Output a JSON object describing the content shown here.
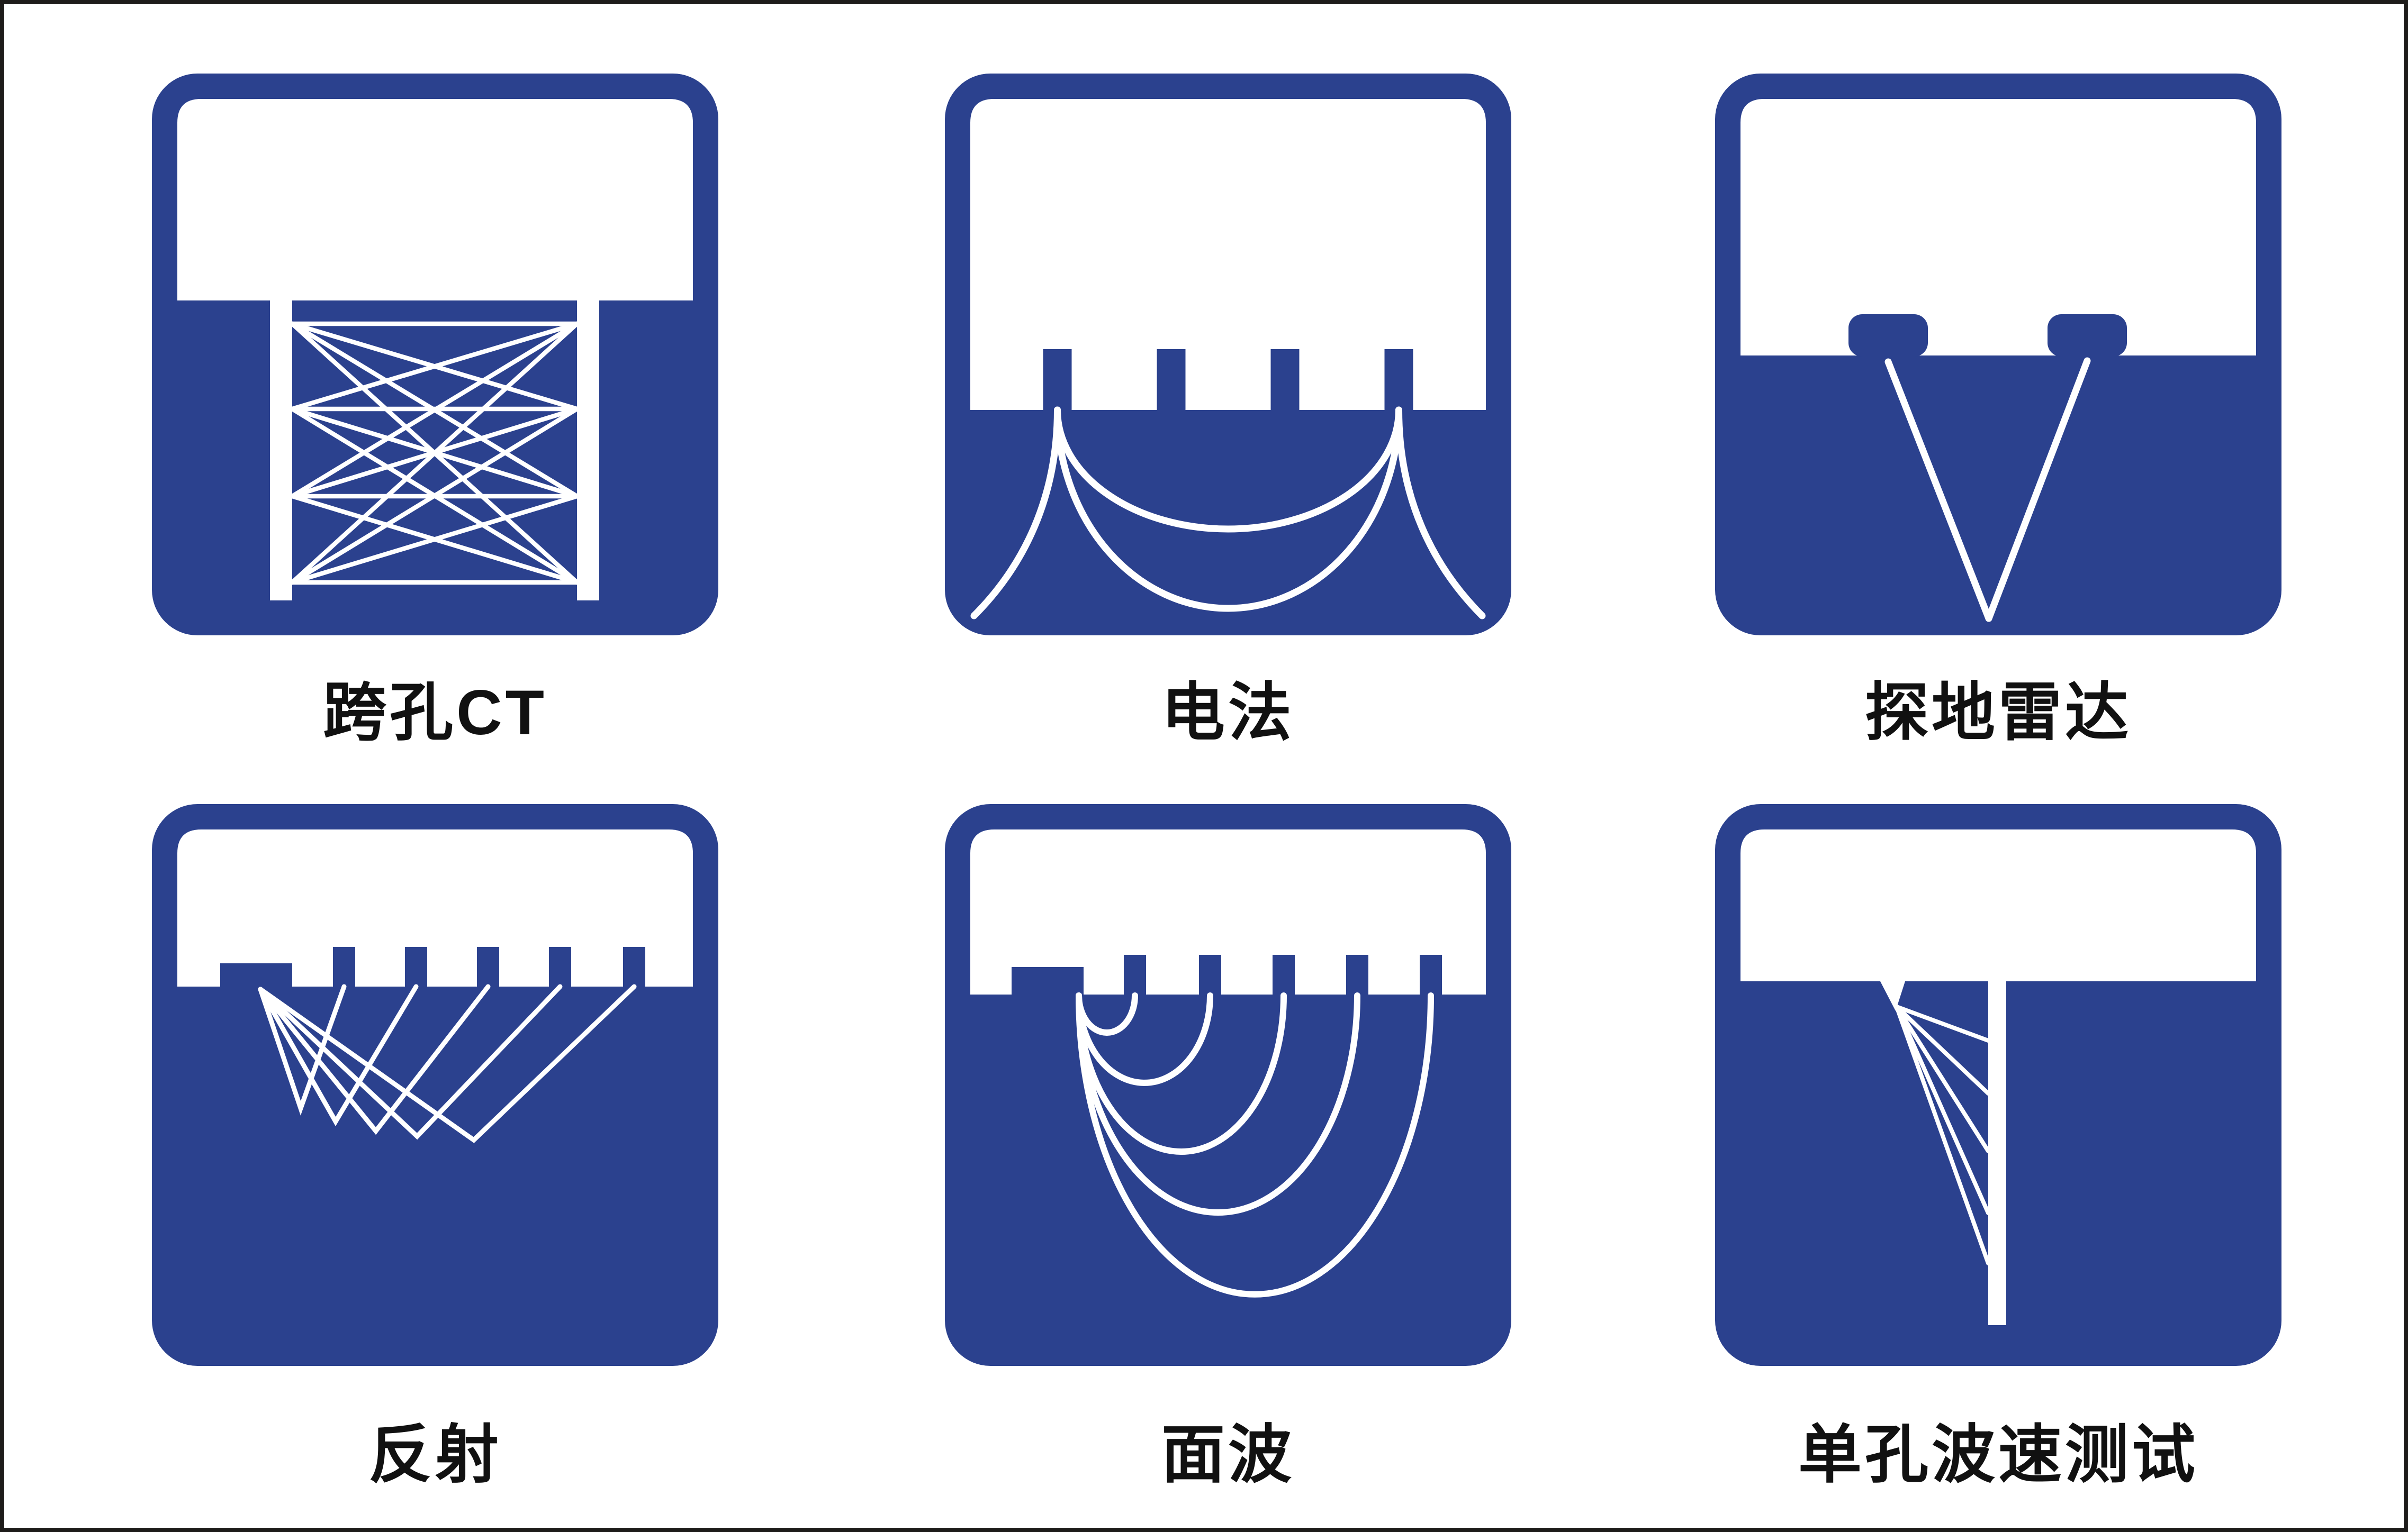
{
  "page": {
    "background": "#ffffff",
    "frame_color": "#1e1c1a"
  },
  "palette": {
    "primary_blue": "#2B418E",
    "line_white": "#ffffff",
    "label_color": "#111111"
  },
  "grid": {
    "rows": 2,
    "cols": 3
  },
  "icons": [
    {
      "id": "crosshole-ct",
      "type": "crosshole_ct",
      "label": "跨孔CT",
      "icon_name": "crosshole-ct-icon",
      "description": "two boreholes with criss-cross ray mesh"
    },
    {
      "id": "electrical",
      "type": "electrical",
      "label": "电法",
      "icon_name": "electrical-method-icon",
      "description": "four electrodes with current flow curves"
    },
    {
      "id": "gpr",
      "type": "gpr",
      "label": "探地雷达",
      "icon_name": "ground-radar-icon",
      "description": "two antennas with V-shaped reflected path"
    },
    {
      "id": "reflection",
      "type": "reflection",
      "label": "反射",
      "icon_name": "reflection-survey-icon",
      "description": "source and five geophones with bouncing rays"
    },
    {
      "id": "surface-wave",
      "type": "surface_wave",
      "label": "面波",
      "icon_name": "surface-wave-icon",
      "description": "source and five geophones with nested arcs"
    },
    {
      "id": "single-hole",
      "type": "single_hole",
      "label": "单孔波速测试",
      "icon_name": "single-hole-velocity-icon",
      "description": "single borehole with fan of travel paths"
    }
  ]
}
